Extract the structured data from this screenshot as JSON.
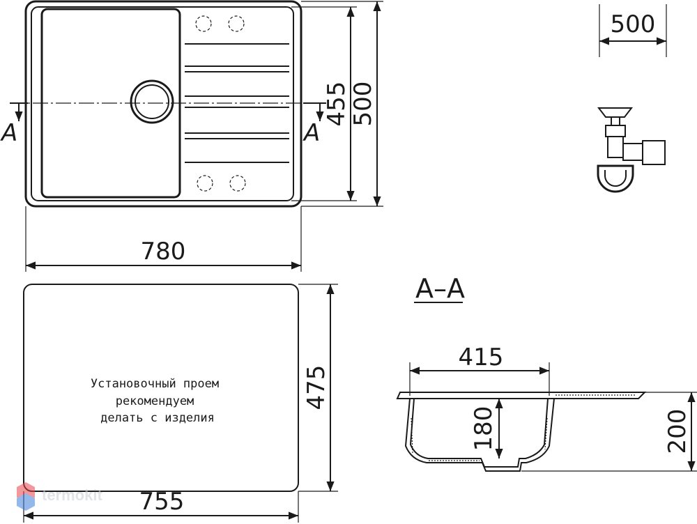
{
  "dimensions": {
    "top_width": "780",
    "inner_height": "455",
    "outer_height": "500",
    "siphon_width": "500",
    "cutout_height": "475",
    "cutout_width": "755",
    "bowl_width": "415",
    "bowl_depth": "180",
    "total_depth": "200"
  },
  "section": {
    "label": "A–A",
    "marker_left": "A",
    "marker_right": "A"
  },
  "cutout_note": {
    "line1": "Установочный проем",
    "line2": "рекомендуем",
    "line3": "делать с изделия"
  },
  "watermark": {
    "text": "termokit",
    "colors": [
      "#e8434b",
      "#3f7fd9"
    ]
  }
}
